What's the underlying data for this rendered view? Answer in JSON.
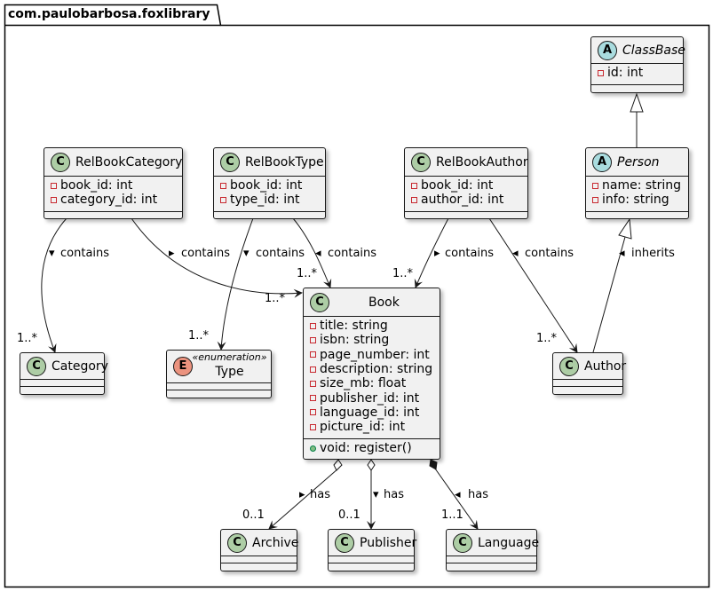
{
  "package": {
    "name": "com.paulobarbosa.foxlibrary"
  },
  "colors": {
    "class_circle": "#adcda5",
    "abstract_circle": "#a9dcdf",
    "enum_circle": "#eb937f"
  },
  "classes": {
    "classbase": {
      "kind": "abstract",
      "icon": "A",
      "name": "ClassBase",
      "fields": [
        "id: int"
      ],
      "methods": []
    },
    "person": {
      "kind": "abstract",
      "icon": "A",
      "name": "Person",
      "fields": [
        "name: string",
        "info: string"
      ],
      "methods": []
    },
    "relbookcategory": {
      "kind": "class",
      "icon": "C",
      "name": "RelBookCategory",
      "fields": [
        "book_id: int",
        "category_id: int"
      ],
      "methods": []
    },
    "relbooktype": {
      "kind": "class",
      "icon": "C",
      "name": "RelBookType",
      "fields": [
        "book_id: int",
        "type_id: int"
      ],
      "methods": []
    },
    "relbookauthor": {
      "kind": "class",
      "icon": "C",
      "name": "RelBookAuthor",
      "fields": [
        "book_id: int",
        "author_id: int"
      ],
      "methods": []
    },
    "book": {
      "kind": "class",
      "icon": "C",
      "name": "Book",
      "fields": [
        "title: string",
        "isbn: string",
        "page_number: int",
        "description: string",
        "size_mb: float",
        "publisher_id: int",
        "language_id: int",
        "picture_id: int"
      ],
      "methods": [
        "void: register()"
      ]
    },
    "category": {
      "kind": "class",
      "icon": "C",
      "name": "Category",
      "fields": [],
      "methods": []
    },
    "type": {
      "kind": "enum",
      "icon": "E",
      "stereotype": "«enumeration»",
      "name": "Type",
      "fields": [],
      "methods": []
    },
    "author": {
      "kind": "class",
      "icon": "C",
      "name": "Author",
      "fields": [],
      "methods": []
    },
    "archive": {
      "kind": "class",
      "icon": "C",
      "name": "Archive",
      "fields": [],
      "methods": []
    },
    "publisher": {
      "kind": "class",
      "icon": "C",
      "name": "Publisher",
      "fields": [],
      "methods": []
    },
    "language": {
      "kind": "class",
      "icon": "C",
      "name": "Language",
      "fields": [],
      "methods": []
    }
  },
  "relations": {
    "cat": {
      "label": "contains",
      "dir": "▾",
      "mult": "1..*"
    },
    "catbook": {
      "label": "contains",
      "dir": "▸",
      "mult": "1..*"
    },
    "typeenum": {
      "label": "contains",
      "dir": "▾",
      "mult": "1..*"
    },
    "typebook": {
      "label": "contains",
      "dir": "◂",
      "mult": "1..*"
    },
    "authbook": {
      "label": "contains",
      "dir": "▸",
      "mult": "1..*"
    },
    "authauthor": {
      "label": "contains",
      "dir": "◂",
      "mult": "1..*"
    },
    "inherits": {
      "label": "inherits",
      "dir": "◂"
    },
    "archive": {
      "label": "has",
      "dir": "▸",
      "mult": "0..1"
    },
    "publisher": {
      "label": "has",
      "dir": "▾",
      "mult": "0..1"
    },
    "language": {
      "label": "has",
      "dir": "◂",
      "mult": "1..1"
    }
  }
}
